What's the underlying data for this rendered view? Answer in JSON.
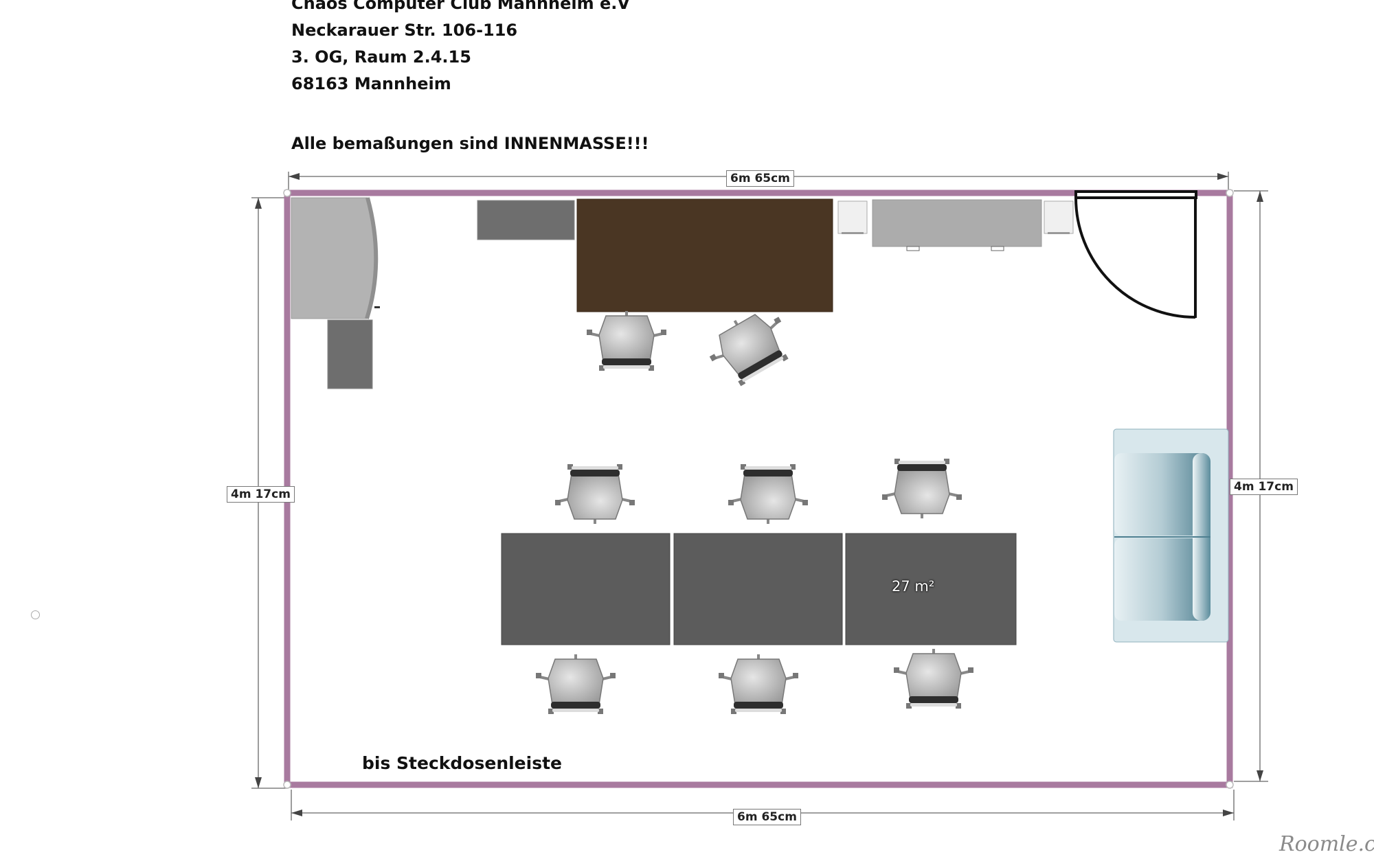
{
  "address": {
    "line1": "Chaos Computer Club Mannheim e.V",
    "line2": "Neckarauer Str. 106-116",
    "line3": "3. OG, Raum 2.4.15",
    "line4": "68163 Mannheim"
  },
  "note": "Alle bemaßungen sind INNENMASSE!!!",
  "dimensions": {
    "top": "6m 65cm",
    "bottom": "6m 65cm",
    "left": "4m 17cm",
    "right": "4m 17cm"
  },
  "area_label": "27 m²",
  "bottom_note": "bis Steckdosenleiste",
  "brand": "Roomle.com",
  "colors": {
    "wall": "#a87a9f",
    "desk_dark": "#4a3623",
    "table_gray": "#5c5c5c",
    "sofa": "#6b9aaa"
  }
}
